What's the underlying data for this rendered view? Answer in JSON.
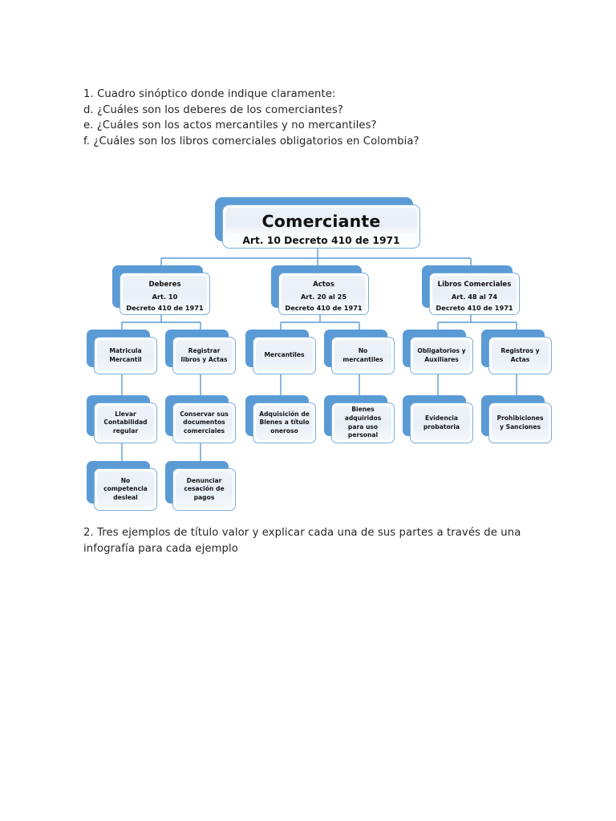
{
  "document": {
    "intro_lines": [
      "1. Cuadro sinóptico donde indique claramente:",
      "d. ¿Cuáles son los deberes de los comerciantes?",
      "e. ¿Cuáles son los actos mercantiles y no mercantiles?",
      "f. ¿Cuáles son los libros comerciales obligatorios en Colombia?"
    ],
    "outro_lines": [
      "2. Tres ejemplos de título valor y explicar cada una de sus partes a través de una infografía para cada ejemplo"
    ]
  },
  "colors": {
    "node_shadow_blue": "#5B9BD5",
    "node_border_blue": "#77AEDC",
    "node_fill_pale": "#EDF2F9",
    "connector_blue": "#5B9BD5",
    "text": "#111111",
    "page_background": "#FFFFFF"
  },
  "diagram": {
    "type": "tree",
    "root": {
      "title": "Comerciante",
      "subtitle": "Art. 10 Decreto 410 de 1971"
    },
    "level2": [
      {
        "title": "Deberes",
        "line1": "Art. 10",
        "line2": "Decreto 410 de 1971"
      },
      {
        "title": "Actos",
        "line1": "Art. 20 al 25",
        "line2": "Decreto 410 de 1971"
      },
      {
        "title": "Libros Comerciales",
        "line1": "Art. 48 al 74",
        "line2": "Decreto 410 de 1971"
      }
    ],
    "row3": [
      {
        "text": "Matricula Mercantil"
      },
      {
        "text": "Registrar libros y Actas"
      },
      {
        "text": "Mercantiles"
      },
      {
        "text": "No mercantiles"
      },
      {
        "text": "Obligatorios y Auxiliares"
      },
      {
        "text": "Registros y Actas"
      }
    ],
    "row4": [
      {
        "text": "Llevar Contabilidad regular"
      },
      {
        "text": "Conservar sus documentos comerciales"
      },
      {
        "text": "Adquisición de Bienes a título oneroso"
      },
      {
        "text": "Bienes adquiridos para uso personal"
      },
      {
        "text": "Evidencia probatoria"
      },
      {
        "text": "Prohibiciones y Sanciones"
      }
    ],
    "row5": [
      {
        "text": "No competencia desleal"
      },
      {
        "text": "Denunciar cesación de pagos"
      }
    ]
  }
}
